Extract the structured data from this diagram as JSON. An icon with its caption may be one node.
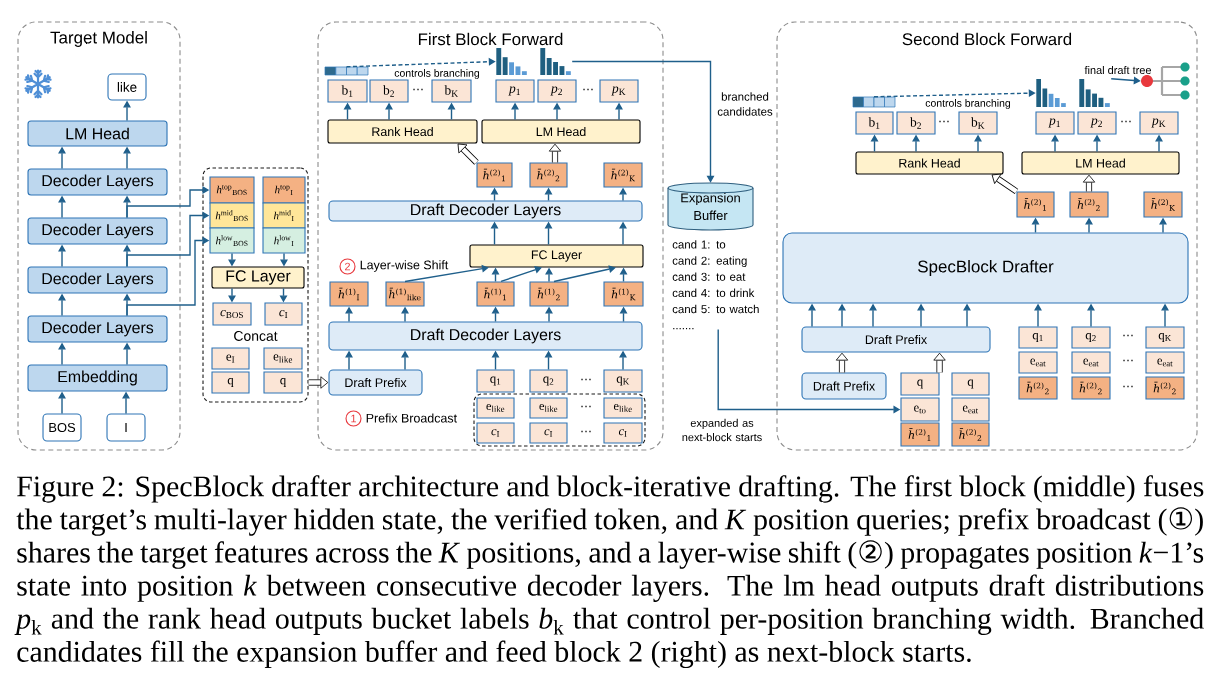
{
  "diagram": {
    "nodes": [
      {
        "text": [
          "Target Model"
        ]
      },
      {
        "text": [
          "First Block Forward"
        ]
      },
      {
        "text": [
          "Second Block Forward"
        ]
      },
      {
        "text": [
          "like"
        ],
        "in": 0
      },
      {
        "text": [
          "LM Head"
        ],
        "in": 0
      },
      {
        "text": [
          "Decoder Layers"
        ],
        "in": 0
      },
      {
        "text": [
          "Decoder Layers"
        ],
        "in": 0
      },
      {
        "text": [
          "Decoder Layers"
        ],
        "in": 0
      },
      {
        "text": [
          "Decoder Layers"
        ],
        "in": 0
      },
      {
        "text": [
          "Embedding"
        ],
        "in": 0
      },
      {
        "text": [
          "BOS"
        ],
        "in": 0
      },
      {
        "text": [
          "I"
        ],
        "in": 0
      },
      {
        "text": [
          "Concat"
        ]
      },
      {
        "text": [
          "*h*$^{top}$$_{BOS}$"
        ],
        "in": 12
      },
      {
        "text": [
          "*h*$^{top}$$_{I}$"
        ],
        "in": 12
      },
      {
        "text": [
          "*h*$^{mid}$$_{BOS}$"
        ],
        "in": 12
      },
      {
        "text": [
          "*h*$^{mid}$$_{I}$"
        ],
        "in": 12
      },
      {
        "text": [
          "*h*$^{low}$$_{BOS}$"
        ],
        "in": 12
      },
      {
        "text": [
          "*h*$^{low}$$_{I}$"
        ],
        "in": 12
      },
      {
        "text": [
          "FC Layer"
        ],
        "in": 12
      },
      {
        "text": [
          "*c*$_{BOS}$"
        ],
        "in": 12
      },
      {
        "text": [
          "*c*$_{I}$"
        ],
        "in": 12
      },
      {
        "text": [
          "e$_{I}$"
        ],
        "in": 12
      },
      {
        "text": [
          "e$_{like}$"
        ],
        "in": 12
      },
      {
        "text": [
          "q"
        ],
        "in": 12
      },
      {
        "text": [
          "q"
        ],
        "in": 12
      },
      {
        "text": [],
        "shape": "picture",
        "in": 1
      },
      {
        "text": [],
        "shape": "picture",
        "in": 1
      },
      {
        "text": [],
        "shape": "picture",
        "in": 1
      },
      {
        "text": [
          "b$_{1}$"
        ],
        "in": 1
      },
      {
        "text": [
          "b$_{2}$"
        ],
        "in": 1
      },
      {
        "text": [
          "b$_{K}$"
        ],
        "in": 1
      },
      {
        "text": [
          "*p*$_{1}$"
        ],
        "in": 1
      },
      {
        "text": [
          "*p*$_{2}$"
        ],
        "in": 1
      },
      {
        "text": [
          "*p*$_{K}$"
        ],
        "in": 1
      },
      {
        "text": [
          "Rank Head"
        ],
        "in": 1
      },
      {
        "text": [
          "LM Head"
        ],
        "in": 1
      },
      {
        "text": [
          "*h̄*$^{(2)}$$_{1}$"
        ],
        "in": 1
      },
      {
        "text": [
          "*h̄*$^{(2)}$$_{2}$"
        ],
        "in": 1
      },
      {
        "text": [
          "*h̄*$^{(2)}$$_{K}$"
        ],
        "in": 1
      },
      {
        "text": [
          "Draft Decoder Layers"
        ],
        "in": 1
      },
      {
        "text": [
          "FC Layer"
        ],
        "in": 1
      },
      {
        "text": [
          "2"
        ],
        "beside": [
          "Layer-wise Shift"
        ],
        "in": 1
      },
      {
        "text": [
          "*h̄*$^{(1)}$$_{I}$"
        ],
        "in": 1
      },
      {
        "text": [
          "*h̄*$^{(1)}$$_{like}$"
        ],
        "in": 1
      },
      {
        "text": [
          "*h̄*$^{(1)}$$_{1}$"
        ],
        "in": 1
      },
      {
        "text": [
          "*h̄*$^{(1)}$$_{2}$"
        ],
        "in": 1
      },
      {
        "text": [
          "*h̄*$^{(1)}$$_{K}$"
        ],
        "in": 1
      },
      {
        "text": [
          "Draft Decoder Layers"
        ],
        "in": 1
      },
      {
        "text": [
          "Draft Prefix"
        ],
        "in": 1
      },
      {
        "text": [
          "q$_{1}$"
        ],
        "in": 1
      },
      {
        "text": [
          "q$_{2}$"
        ],
        "in": 1
      },
      {
        "text": [
          "q$_{K}$"
        ],
        "in": 1
      },
      {
        "text": [
          "1"
        ],
        "beside": [
          "Prefix Broadcast"
        ],
        "in": 1
      },
      {
        "text": [],
        "shape": "box",
        "in": 1
      },
      {
        "text": [
          "e$_{like}$"
        ],
        "in": 54
      },
      {
        "text": [
          "e$_{like}$"
        ],
        "in": 54
      },
      {
        "text": [
          "e$_{like}$"
        ],
        "in": 54
      },
      {
        "text": [
          "*c*$_{I}$"
        ],
        "in": 54
      },
      {
        "text": [
          "*c*$_{I}$"
        ],
        "in": 54
      },
      {
        "text": [
          "*c*$_{I}$"
        ],
        "in": 54
      },
      {
        "text": [
          "Expansion Buffer"
        ]
      },
      {
        "text": [
          "cand 1: to",
          "cand 2: eating",
          "cand 3: to eat",
          "cand 4: to drink",
          "cand 5: to watch",
          "......."
        ]
      },
      {
        "text": [],
        "shape": "picture",
        "in": 2
      },
      {
        "text": [],
        "shape": "picture",
        "in": 2
      },
      {
        "text": [],
        "shape": "picture",
        "in": 2
      },
      {
        "text": [],
        "shape": "picture",
        "in": 2
      },
      {
        "text": [
          "b$_{1}$"
        ],
        "in": 2
      },
      {
        "text": [
          "b$_{2}$"
        ],
        "in": 2
      },
      {
        "text": [
          "b$_{K}$"
        ],
        "in": 2
      },
      {
        "text": [
          "*p*$_{1}$"
        ],
        "in": 2
      },
      {
        "text": [
          "*p*$_{2}$"
        ],
        "in": 2
      },
      {
        "text": [
          "*p*$_{K}$"
        ],
        "in": 2
      },
      {
        "text": [
          "Rank Head"
        ],
        "in": 2
      },
      {
        "text": [
          "LM Head"
        ],
        "in": 2
      },
      {
        "text": [
          "*h̄*$^{(2)}$$_{1}$"
        ],
        "in": 2
      },
      {
        "text": [
          "*h̄*$^{(2)}$$_{2}$"
        ],
        "in": 2
      },
      {
        "text": [
          "*h̄*$^{(2)}$$_{K}$"
        ],
        "in": 2
      },
      {
        "text": [
          "SpecBlock Drafter"
        ],
        "in": 2
      },
      {
        "text": [
          "Draft Prefix"
        ],
        "in": 2
      },
      {
        "text": [
          "q$_{1}$"
        ],
        "in": 2
      },
      {
        "text": [
          "q$_{2}$"
        ],
        "in": 2
      },
      {
        "text": [
          "q$_{K}$"
        ],
        "in": 2
      },
      {
        "text": [
          "e$_{eat}$"
        ],
        "in": 2
      },
      {
        "text": [
          "e$_{eat}$"
        ],
        "in": 2
      },
      {
        "text": [
          "e$_{eat}$"
        ],
        "in": 2
      },
      {
        "text": [
          "*h̄*$^{(2)}$$_{2}$"
        ],
        "in": 2
      },
      {
        "text": [
          "*h̄*$^{(2)}$$_{2}$"
        ],
        "in": 2
      },
      {
        "text": [
          "*h̄*$^{(2)}$$_{2}$"
        ],
        "in": 2
      },
      {
        "text": [
          "Draft Prefix"
        ],
        "in": 2
      },
      {
        "text": [
          "q"
        ],
        "in": 2
      },
      {
        "text": [
          "q"
        ],
        "in": 2
      },
      {
        "text": [
          "e$_{to}$"
        ],
        "in": 2
      },
      {
        "text": [
          "e$_{eat}$"
        ],
        "in": 2
      },
      {
        "text": [
          "*h̄*$^{(2)}$$_{1}$"
        ],
        "in": 2
      },
      {
        "text": [
          "*h̄*$^{(2)}$$_{2}$"
        ],
        "in": 2
      }
    ],
    "edges": [
      {
        "from": 10,
        "to": 9,
        "arrow": "to"
      },
      {
        "from": 11,
        "to": 9,
        "arrow": "to"
      },
      {
        "from": 9,
        "to": 8,
        "arrow": "to"
      },
      {
        "from": 9,
        "to": 8,
        "arrow": "to"
      },
      {
        "from": 8,
        "to": 7,
        "arrow": "to"
      },
      {
        "from": 8,
        "to": 7,
        "arrow": "to"
      },
      {
        "from": 7,
        "to": 6,
        "arrow": "to"
      },
      {
        "from": 7,
        "to": 6,
        "arrow": "to"
      },
      {
        "from": 6,
        "to": 5,
        "arrow": "to"
      },
      {
        "from": 6,
        "to": 5,
        "arrow": "to"
      },
      {
        "from": 5,
        "to": 4,
        "arrow": "to"
      },
      {
        "from": 5,
        "to": 4,
        "arrow": "to"
      },
      {
        "from": 4,
        "to": 3,
        "arrow": "to"
      },
      {
        "from": 6,
        "to": 13,
        "arrow": "to"
      },
      {
        "from": 7,
        "to": 15,
        "arrow": "to"
      },
      {
        "from": 8,
        "to": 17,
        "arrow": "to"
      },
      {
        "from": 17,
        "to": 19,
        "arrow": "to"
      },
      {
        "from": 18,
        "to": 19,
        "arrow": "to"
      },
      {
        "from": 19,
        "to": 20,
        "arrow": "to"
      },
      {
        "from": 19,
        "to": 21,
        "arrow": "to"
      },
      {
        "from": 12,
        "to": 49,
        "arrow": "to",
        "style": "thick",
        "color": "#000000"
      },
      {
        "from": 26,
        "to": 27,
        "arrow": "to",
        "style": "dashed",
        "label": "controls branching"
      },
      {
        "from": 28,
        "to": 61,
        "arrow": "to",
        "label": "branched candidates"
      },
      {
        "from": 35,
        "to": 29,
        "arrow": "to"
      },
      {
        "from": 35,
        "to": 30,
        "arrow": "to"
      },
      {
        "from": 35,
        "to": 31,
        "arrow": "to"
      },
      {
        "from": 36,
        "to": 32,
        "arrow": "to"
      },
      {
        "from": 36,
        "to": 33,
        "arrow": "to"
      },
      {
        "from": 36,
        "to": 34,
        "arrow": "to"
      },
      {
        "from": 37,
        "to": 35,
        "arrow": "to",
        "style": "thick",
        "color": "#000000"
      },
      {
        "from": 38,
        "to": 36,
        "arrow": "to",
        "style": "thick",
        "color": "#000000"
      },
      {
        "from": 40,
        "to": 37,
        "arrow": "to"
      },
      {
        "from": 40,
        "to": 38,
        "arrow": "to"
      },
      {
        "from": 40,
        "to": 39,
        "arrow": "to"
      },
      {
        "from": 41,
        "to": 40,
        "arrow": "to"
      },
      {
        "from": 41,
        "to": 40,
        "arrow": "to"
      },
      {
        "from": 41,
        "to": 40,
        "arrow": "to"
      },
      {
        "from": 44,
        "to": 41,
        "arrow": "to"
      },
      {
        "from": 45,
        "to": 41,
        "arrow": "to"
      },
      {
        "from": 45,
        "to": 41,
        "arrow": "to"
      },
      {
        "from": 46,
        "to": 41,
        "arrow": "to"
      },
      {
        "from": 46,
        "to": 41,
        "arrow": "to"
      },
      {
        "from": 47,
        "to": 41,
        "arrow": "to"
      },
      {
        "from": 48,
        "to": 43,
        "arrow": "to"
      },
      {
        "from": 48,
        "to": 44,
        "arrow": "to"
      },
      {
        "from": 48,
        "to": 45,
        "arrow": "to"
      },
      {
        "from": 48,
        "to": 46,
        "arrow": "to"
      },
      {
        "from": 48,
        "to": 47,
        "arrow": "to"
      },
      {
        "from": 49,
        "to": 48,
        "arrow": "to"
      },
      {
        "from": 49,
        "to": 48,
        "arrow": "to"
      },
      {
        "from": 50,
        "to": 48,
        "arrow": "to"
      },
      {
        "from": 51,
        "to": 48,
        "arrow": "to"
      },
      {
        "from": 52,
        "to": 48,
        "arrow": "to"
      },
      {
        "from": 62,
        "to": 92,
        "arrow": "to",
        "label": "expanded as next-block starts"
      },
      {
        "from": 63,
        "to": 64,
        "arrow": "to",
        "style": "dashed",
        "label": "controls branching"
      },
      {
        "from": 65,
        "to": 66,
        "arrow": "to",
        "label": "final draft tree"
      },
      {
        "from": 73,
        "to": 67,
        "arrow": "to"
      },
      {
        "from": 73,
        "to": 68,
        "arrow": "to"
      },
      {
        "from": 73,
        "to": 69,
        "arrow": "to"
      },
      {
        "from": 74,
        "to": 70,
        "arrow": "to"
      },
      {
        "from": 74,
        "to": 71,
        "arrow": "to"
      },
      {
        "from": 74,
        "to": 72,
        "arrow": "to"
      },
      {
        "from": 75,
        "to": 73,
        "arrow": "to",
        "style": "thick",
        "color": "#000000"
      },
      {
        "from": 76,
        "to": 74,
        "arrow": "to",
        "style": "thick",
        "color": "#000000"
      },
      {
        "from": 78,
        "to": 75,
        "arrow": "to"
      },
      {
        "from": 78,
        "to": 76,
        "arrow": "to"
      },
      {
        "from": 78,
        "to": 77,
        "arrow": "to"
      },
      {
        "from": 79,
        "to": 78,
        "arrow": "to"
      },
      {
        "from": 79,
        "to": 78,
        "arrow": "to"
      },
      {
        "from": 79,
        "to": 78,
        "arrow": "to"
      },
      {
        "from": 79,
        "to": 78,
        "arrow": "to"
      },
      {
        "from": 79,
        "to": 78,
        "arrow": "to"
      },
      {
        "from": 80,
        "to": 78,
        "arrow": "to"
      },
      {
        "from": 81,
        "to": 78,
        "arrow": "to"
      },
      {
        "from": 82,
        "to": 78,
        "arrow": "to"
      },
      {
        "from": 89,
        "to": 79,
        "arrow": "to",
        "style": "thick",
        "color": "#000000"
      },
      {
        "from": 90,
        "to": 79,
        "arrow": "to",
        "style": "thick",
        "color": "#000000"
      }
    ],
    "labels": [
      "⋯",
      "⋯",
      "⋯",
      "⋯",
      "⋯",
      "⋯",
      "⋯",
      "⋯",
      "⋯",
      "⋯"
    ],
    "caption": "Figure 2: SpecBlock drafter architecture and block-iterative drafting. The first block (middle) fuses the target’s multi-layer hidden state, the verified token, and *K* position queries; prefix broadcast (①) shares the target features across the *K* positions, and a layer-wise shift (②) propagates position *k*−1’s state into position *k* between consecutive decoder layers. The lm head outputs draft distributions *p*$_{k}$ and the rank head outputs bucket labels *b*$_{k}$ that control per-position branching width. Branched candidates fill the expansion buffer and feed block 2 (right) as next-block starts."
  }
}
